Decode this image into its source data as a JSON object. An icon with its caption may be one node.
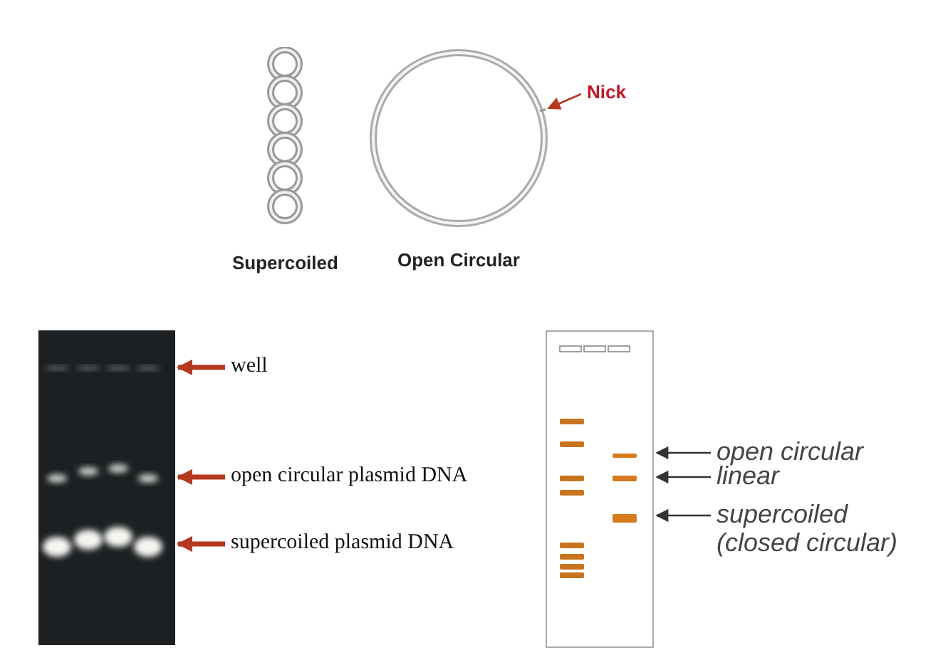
{
  "diagram": {
    "nodes": [
      {
        "text": [],
        "shape": "picture",
        "beside": [
          "Supercoiled"
        ]
      },
      {
        "text": [],
        "shape": "circle",
        "beside": [
          "Open Circular"
        ]
      },
      {
        "text": [
          "Nick"
        ]
      },
      {
        "text": [],
        "shape": "picture"
      },
      {
        "text": [
          "well"
        ]
      },
      {
        "text": [
          "open circular plasmid DNA"
        ]
      },
      {
        "text": [
          "supercoiled plasmid DNA"
        ]
      },
      {
        "text": [],
        "shape": "picture"
      },
      {
        "text": [
          "open circular"
        ]
      },
      {
        "text": [
          "linear"
        ]
      },
      {
        "text": [
          "supercoiled (closed circular)"
        ]
      }
    ],
    "edges": [
      {
        "from": 2,
        "to": 1,
        "arrow": "to"
      },
      {
        "from": 4,
        "to": 3,
        "arrow": "to",
        "style": "thick"
      },
      {
        "from": 5,
        "to": 3,
        "arrow": "to",
        "style": "thick"
      },
      {
        "from": 6,
        "to": 3,
        "arrow": "to",
        "style": "thick"
      },
      {
        "from": 8,
        "to": 7,
        "arrow": "to",
        "color": "#333333"
      },
      {
        "from": 9,
        "to": 7,
        "arrow": "to",
        "color": "#333333"
      },
      {
        "from": 10,
        "to": 7,
        "arrow": "to",
        "color": "#333333"
      }
    ]
  }
}
